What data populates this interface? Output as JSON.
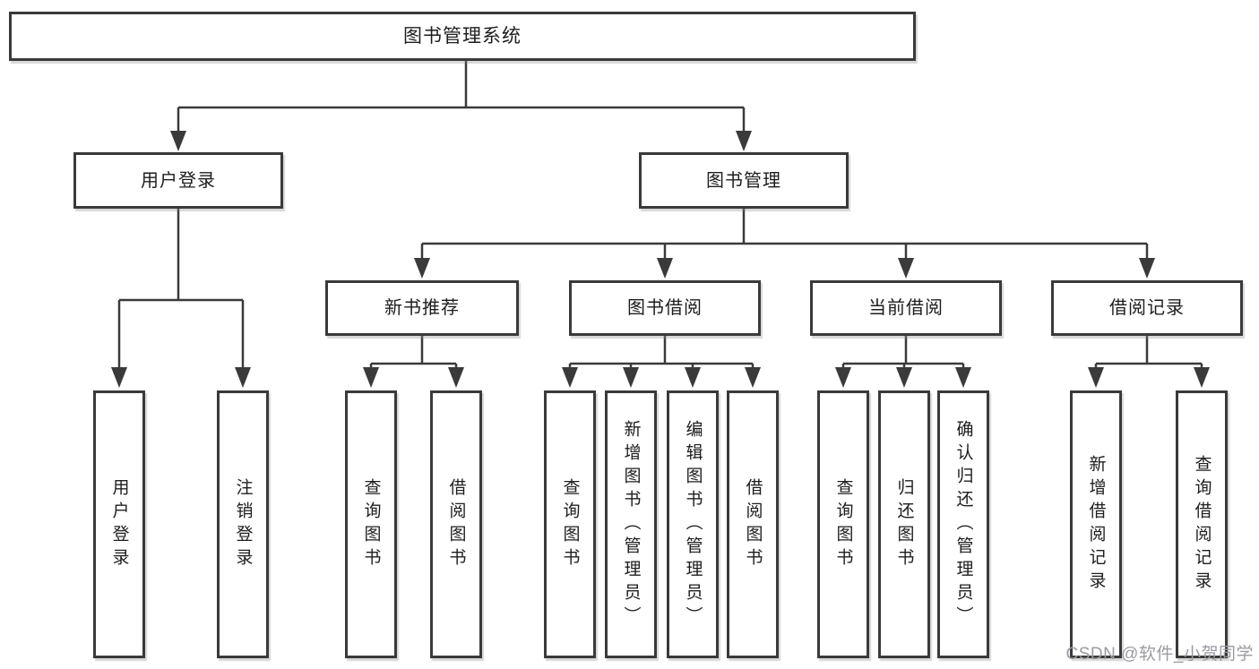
{
  "colors": {
    "line": "#3a3a3a",
    "text": "#1d1d1d",
    "watermark": "#9b9ba3",
    "background": "#ffffff"
  },
  "watermark": {
    "text": "CSDN @软件_小贺同学"
  },
  "tree": {
    "label": "图书管理系统",
    "children": [
      {
        "label": "用户登录",
        "children": [
          {
            "label": "用户登录"
          },
          {
            "label": "注销登录"
          }
        ]
      },
      {
        "label": "图书管理",
        "children": [
          {
            "label": "新书推荐",
            "children": [
              {
                "label": "查询图书"
              },
              {
                "label": "借阅图书"
              }
            ]
          },
          {
            "label": "图书借阅",
            "children": [
              {
                "label": "查询图书"
              },
              {
                "label": "新增图书（管理员）"
              },
              {
                "label": "编辑图书（管理员）"
              },
              {
                "label": "借阅图书"
              }
            ]
          },
          {
            "label": "当前借阅",
            "children": [
              {
                "label": "查询图书"
              },
              {
                "label": "归还图书"
              },
              {
                "label": "确认归还（管理员）"
              }
            ]
          },
          {
            "label": "借阅记录",
            "children": [
              {
                "label": "新增借阅记录"
              },
              {
                "label": "查询借阅记录"
              }
            ]
          }
        ]
      }
    ]
  }
}
